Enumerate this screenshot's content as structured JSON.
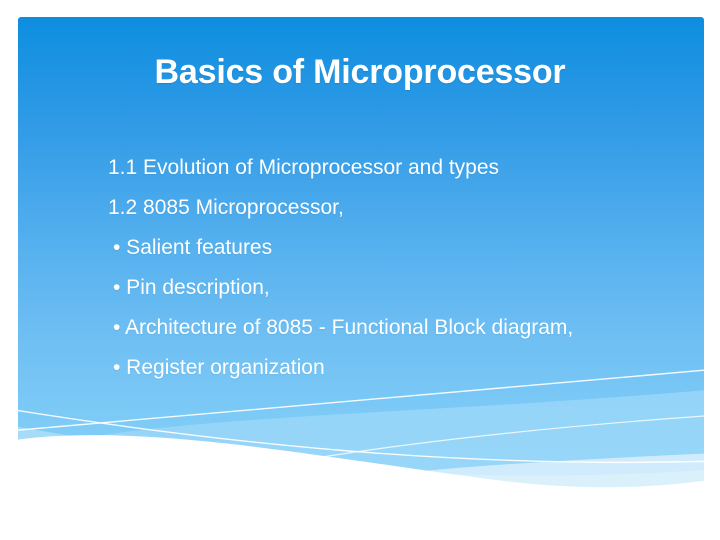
{
  "slide": {
    "title": "Basics of Microprocessor",
    "background_color_top": "#0d8edf",
    "background_color_bottom": "#86cff6",
    "text_color": "#ffffff",
    "page_background": "#ffffff",
    "wave_light_color": "#a9dcf9",
    "wave_line_color": "#ffffff"
  },
  "body": {
    "lines": [
      {
        "text": "1.1 Evolution of Microprocessor and types",
        "bulleted": false
      },
      {
        "text": "1.2 8085 Microprocessor,",
        "bulleted": false
      },
      {
        "text": "• Salient features",
        "bulleted": true
      },
      {
        "text": "• Pin description,",
        "bulleted": true
      },
      {
        "text": "• Architecture of 8085 - Functional Block diagram,",
        "bulleted": true
      },
      {
        "text": "• Register organization",
        "bulleted": true
      }
    ]
  }
}
